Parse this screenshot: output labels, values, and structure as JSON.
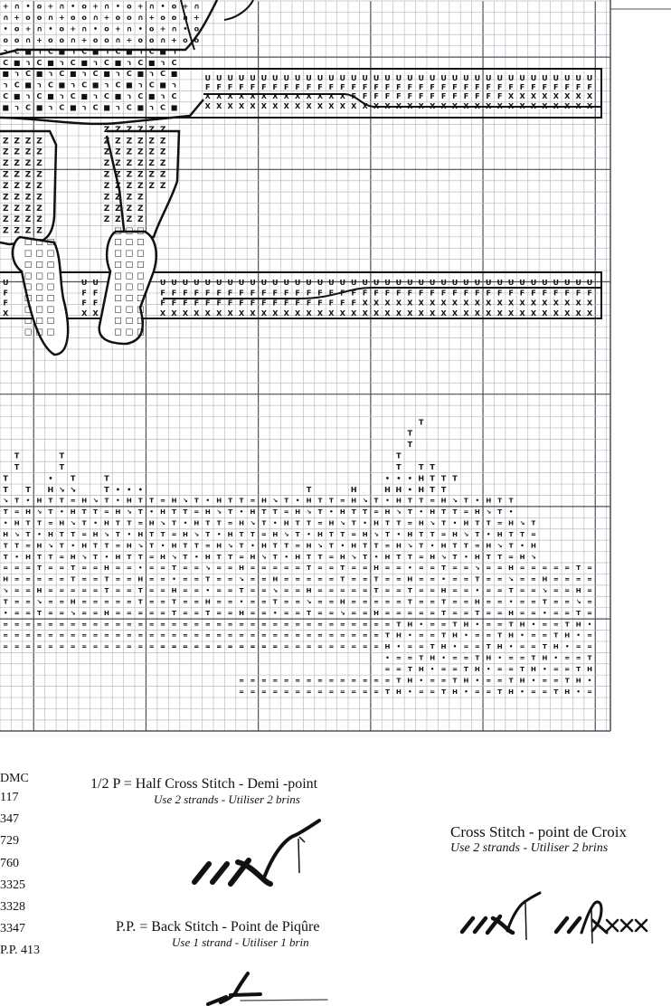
{
  "chart_symbols": {
    "hair": "Z",
    "rail_fill": "F",
    "rail_top": "U",
    "rail_dark": "X",
    "boot": "□",
    "grass_tall": "T",
    "grass_mid": "H",
    "ground": "=",
    "dot": "•",
    "arrow": "↘"
  },
  "legend": {
    "header": "DMC",
    "codes": [
      "117",
      "347",
      "729",
      "760",
      "3325",
      "3328",
      "3347",
      "P.P. 413"
    ]
  },
  "half_cross": {
    "title": "1/2 P = Half Cross Stitch - Demi -point",
    "subtitle": "Use 2 strands - Utiliser 2 brins"
  },
  "back_stitch": {
    "title": "P.P. = Back Stitch - Point de Piqûre",
    "subtitle": "Use 1 strand - Utiliser 1 brin"
  },
  "cross_stitch": {
    "title": "Cross Stitch - point de Croix",
    "subtitle": "Use 2 strands - Utiliser 2 brins"
  },
  "colors": {
    "grid_minor": "#b9bcc2",
    "grid_major": "#4a4f58",
    "ink": "#111111"
  }
}
